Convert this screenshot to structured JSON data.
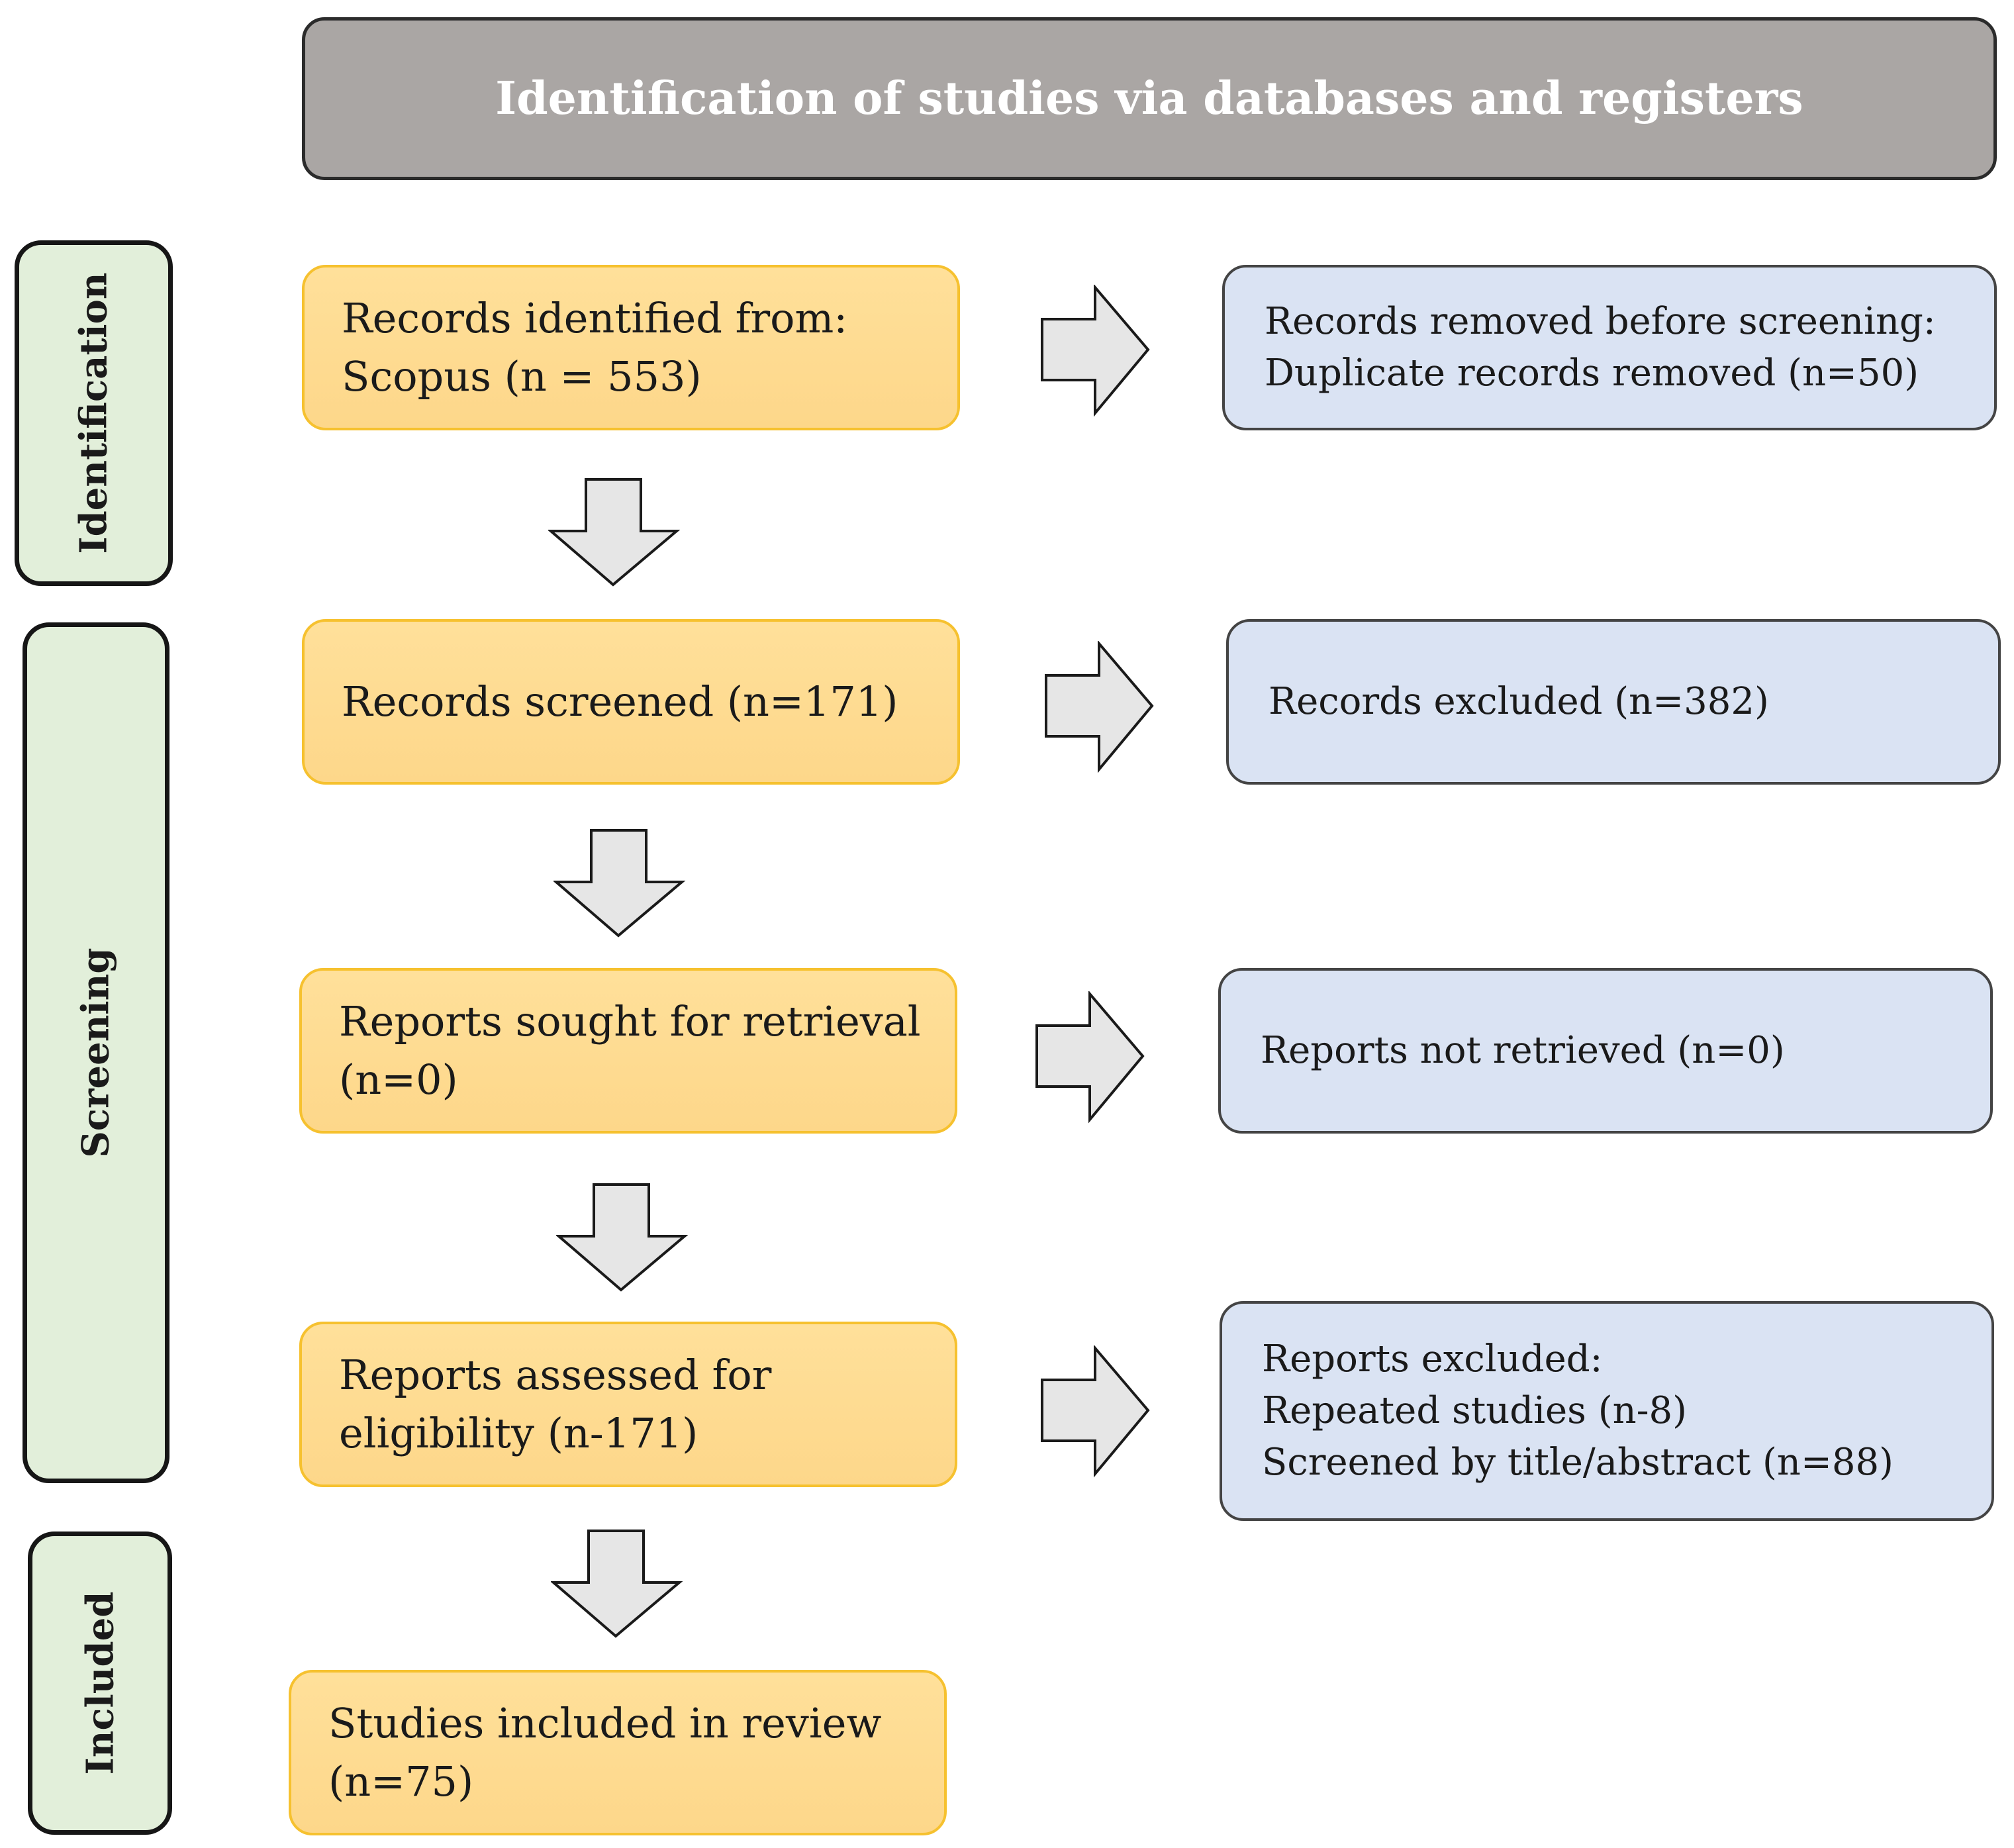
{
  "header": {
    "title": "Identification of studies via databases and registers"
  },
  "stages": {
    "identification": "Identification",
    "screening": "Screening",
    "included": "Included"
  },
  "flow": {
    "records_identified": {
      "line1": "Records identified from:",
      "line2": "Scopus (n = 553)"
    },
    "records_screened": {
      "line1": "Records screened (n=171)"
    },
    "reports_sought": {
      "line1": "Reports sought for retrieval",
      "line2": "(n=0)"
    },
    "reports_assessed": {
      "line1": "Reports assessed for",
      "line2": "eligibility (n-171)"
    },
    "studies_included": {
      "line1": "Studies included in review",
      "line2": "(n=75)"
    }
  },
  "exclusions": {
    "removed_before_screening": {
      "line1": "Records removed before screening:",
      "line2": "Duplicate records removed (n=50)"
    },
    "records_excluded": {
      "line1": "Records excluded (n=382)"
    },
    "reports_not_retrieved": {
      "line1": "Reports not retrieved (n=0)"
    },
    "reports_excluded": {
      "line1": "Reports excluded:",
      "line2": "Repeated studies (n-8)",
      "line3": "Screened by title/abstract (n=88)"
    }
  },
  "colors": {
    "header_fill": "#aaa6a4",
    "stage_fill": "#e2efda",
    "flow_box_fill": "#fdd78a",
    "flow_box_border": "#f6c12f",
    "exclusion_box_fill": "#dae3f3",
    "arrow_fill": "#e6e6e6"
  }
}
